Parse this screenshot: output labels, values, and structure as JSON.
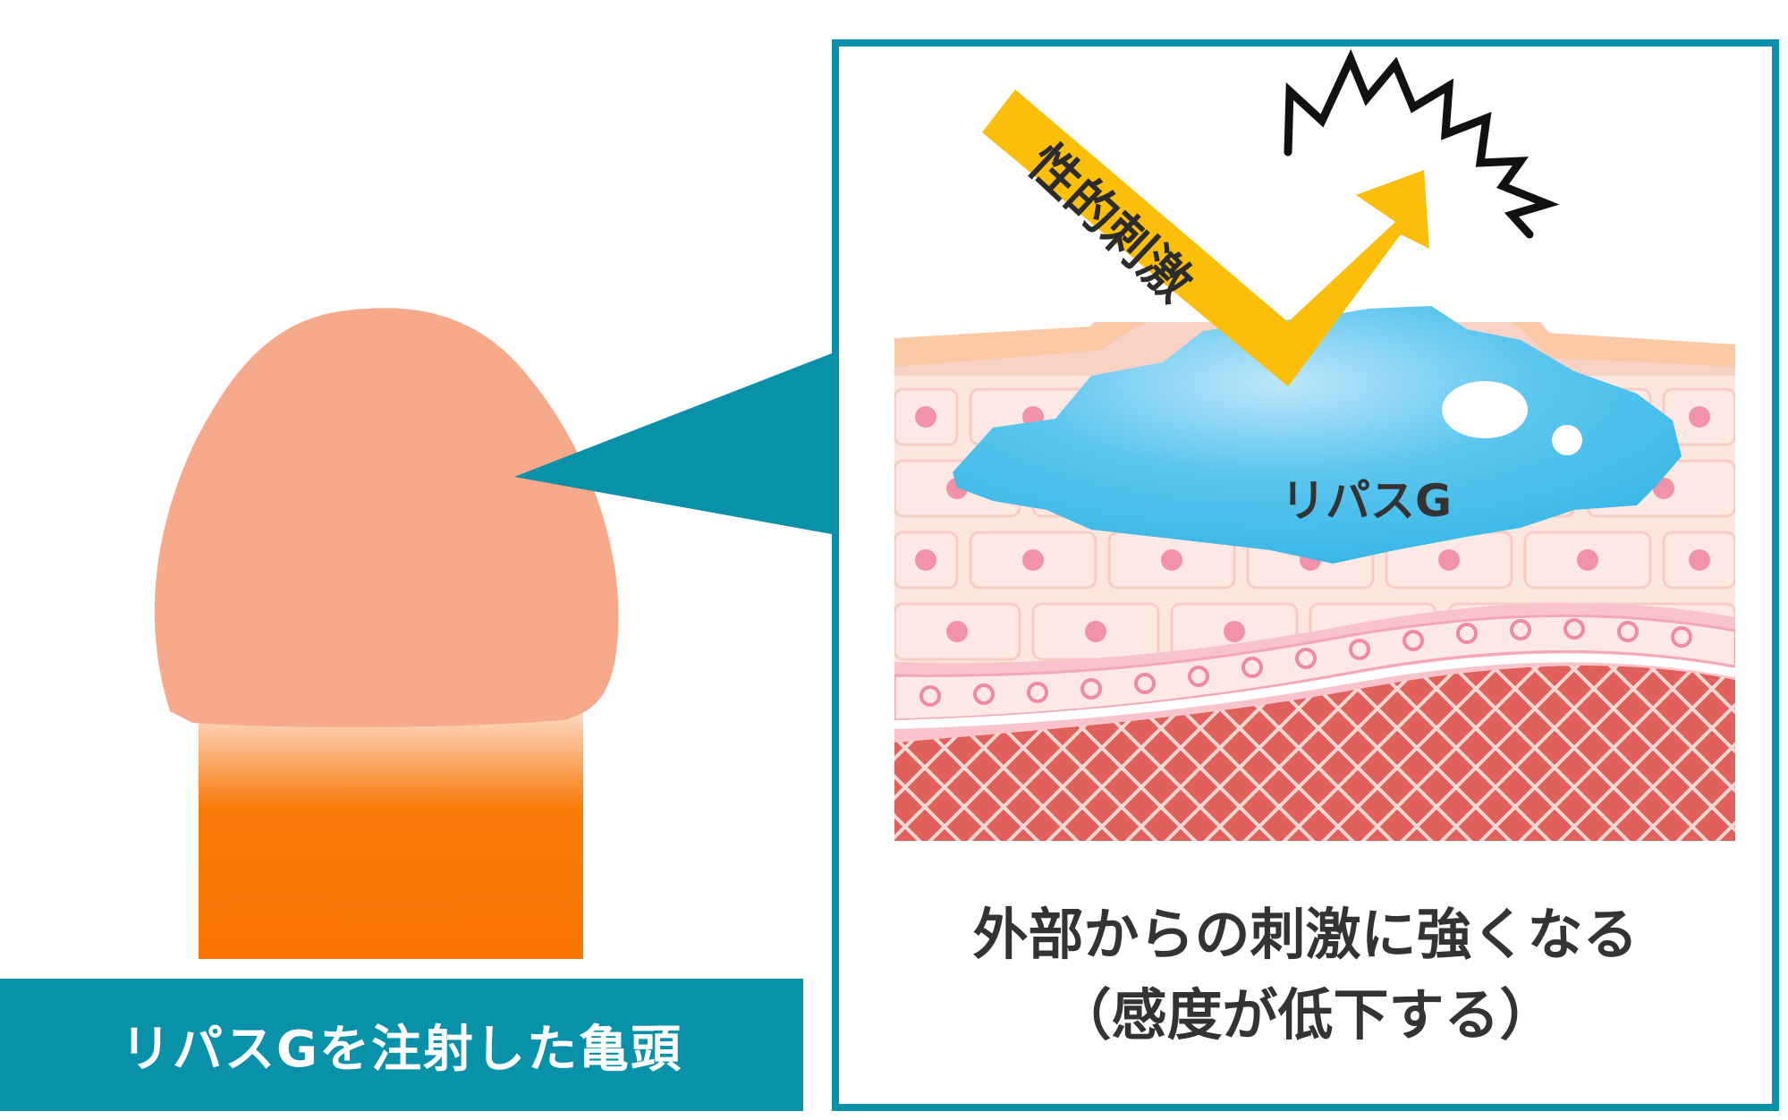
{
  "left_caption": "リパスGを注射した亀頭",
  "stimulus_label": "性的刺激",
  "blob_label": "リパスG",
  "result_caption": {
    "line1": "外部からの刺激に強くなる",
    "line2": "（感度が低下する）"
  },
  "colors": {
    "teal": "#0891a8",
    "glans": "#f7a98c",
    "shaft": "#f97b0a",
    "arrow": "#fbbf0a",
    "blob": "#3fbde8",
    "muscle": "#e0605b"
  }
}
